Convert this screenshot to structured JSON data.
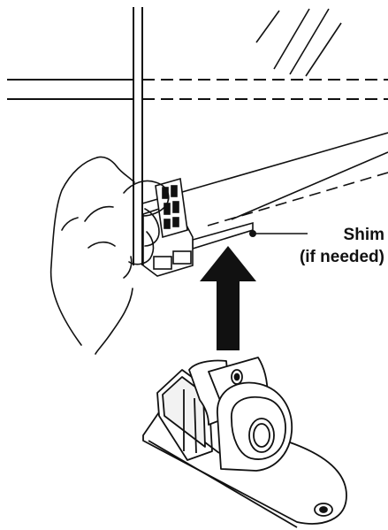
{
  "callout": {
    "line1": "Shim",
    "line2": "(if needed)"
  },
  "colors": {
    "ink": "#111111",
    "paper": "#ffffff",
    "shade": "#f2f2f2"
  },
  "icons": [
    "hand-illustration",
    "arrow-up-icon",
    "shim-strip",
    "spacer-clip",
    "base-bracket"
  ]
}
